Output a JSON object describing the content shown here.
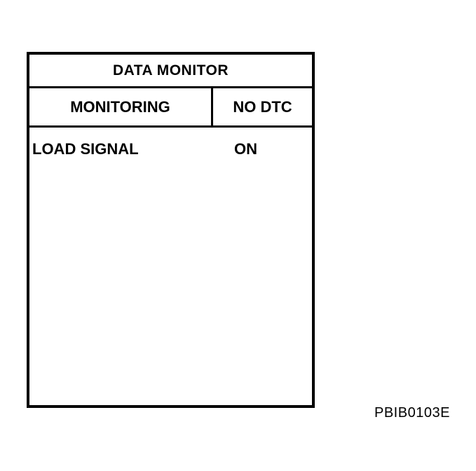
{
  "screen": {
    "title": "DATA MONITOR",
    "header": {
      "monitoring_label": "MONITORING",
      "dtc_status": "NO DTC"
    },
    "rows": [
      {
        "label": "LOAD SIGNAL",
        "value": "ON"
      }
    ]
  },
  "figure_code": "PBIB0103E",
  "colors": {
    "ink": "#000000",
    "background": "#ffffff"
  }
}
